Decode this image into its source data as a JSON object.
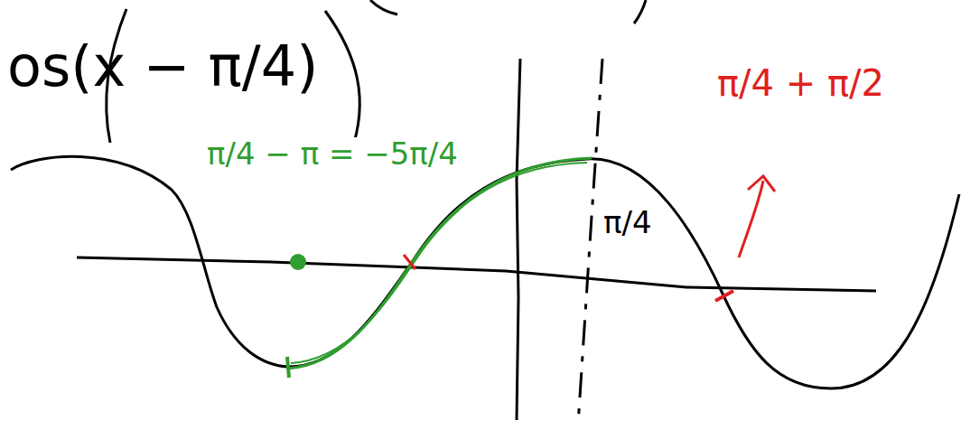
{
  "diagram": {
    "labels": [
      "os(x − π/4)",
      "π/4 − π = −5π/4",
      "π/4",
      "π/4 + π/2"
    ]
  }
}
